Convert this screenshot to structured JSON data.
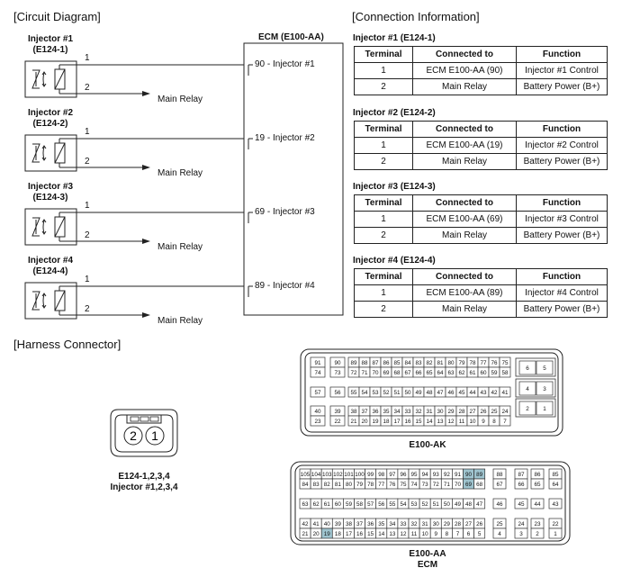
{
  "sections": {
    "circuit": "[Circuit Diagram]",
    "connection": "[Connection Information]",
    "harness": "[Harness Connector]"
  },
  "ecm_title": "ECM (E100-AA)",
  "relay_label": "Main Relay",
  "injectors": [
    {
      "name": "Injector #1",
      "code": "(E124-1)",
      "pin1": "1",
      "pin2": "2",
      "ecm_label": "90 - Injector #1"
    },
    {
      "name": "Injector #2",
      "code": "(E124-2)",
      "pin1": "1",
      "pin2": "2",
      "ecm_label": "19 - Injector #2"
    },
    {
      "name": "Injector #3",
      "code": "(E124-3)",
      "pin1": "1",
      "pin2": "2",
      "ecm_label": "69 - Injector #3"
    },
    {
      "name": "Injector #4",
      "code": "(E124-4)",
      "pin1": "1",
      "pin2": "2",
      "ecm_label": "89 - Injector #4"
    }
  ],
  "tables": [
    {
      "title": "Injector #1 (E124-1)",
      "headers": [
        "Terminal",
        "Connected to",
        "Function"
      ],
      "rows": [
        [
          "1",
          "ECM E100-AA (90)",
          "Injector #1 Control"
        ],
        [
          "2",
          "Main Relay",
          "Battery Power (B+)"
        ]
      ]
    },
    {
      "title": "Injector #2 (E124-2)",
      "headers": [
        "Terminal",
        "Connected to",
        "Function"
      ],
      "rows": [
        [
          "1",
          "ECM E100-AA (19)",
          "Injector #2 Control"
        ],
        [
          "2",
          "Main Relay",
          "Battery Power (B+)"
        ]
      ]
    },
    {
      "title": "Injector #3 (E124-3)",
      "headers": [
        "Terminal",
        "Connected to",
        "Function"
      ],
      "rows": [
        [
          "1",
          "ECM E100-AA (69)",
          "Injector #3 Control"
        ],
        [
          "2",
          "Main Relay",
          "Battery Power (B+)"
        ]
      ]
    },
    {
      "title": "Injector #4 (E124-4)",
      "headers": [
        "Terminal",
        "Connected to",
        "Function"
      ],
      "rows": [
        [
          "1",
          "ECM E100-AA (89)",
          "Injector #4 Control"
        ],
        [
          "2",
          "Main Relay",
          "Battery Power (B+)"
        ]
      ]
    }
  ],
  "injector_connector": {
    "label": "E124-1,2,3,4",
    "sublabel": "Injector #1,2,3,4",
    "pins": [
      "2",
      "1"
    ]
  },
  "ak_connector": {
    "label": "E100-AK",
    "rows": [
      [
        [
          "91"
        ],
        [
          "90"
        ],
        [
          "89",
          "88",
          "87",
          "86",
          "85",
          "84",
          "83",
          "82",
          "81",
          "80",
          "79",
          "78",
          "77",
          "76",
          "75"
        ]
      ],
      [
        [
          "74"
        ],
        [
          "73"
        ],
        [
          "72",
          "71",
          "70",
          "69",
          "68",
          "67",
          "66",
          "65",
          "64",
          "63",
          "62",
          "61",
          "60",
          "59",
          "58"
        ]
      ],
      [
        [
          "57"
        ],
        [
          "56"
        ],
        [
          "55",
          "54",
          "53",
          "52",
          "51",
          "50",
          "49",
          "48",
          "47",
          "46",
          "45",
          "44",
          "43",
          "42",
          "41"
        ]
      ],
      [
        [
          "40"
        ],
        [
          "39"
        ],
        [
          "38",
          "37",
          "36",
          "35",
          "34",
          "33",
          "32",
          "31",
          "30",
          "29",
          "28",
          "27",
          "26",
          "25",
          "24"
        ]
      ],
      [
        [
          "23"
        ],
        [
          "22"
        ],
        [
          "21",
          "20",
          "19",
          "18",
          "17",
          "16",
          "15",
          "14",
          "13",
          "12",
          "11",
          "10",
          "9",
          "8",
          "7"
        ]
      ]
    ],
    "right_pairs": [
      [
        "6",
        "5"
      ],
      [
        "4",
        "3"
      ],
      [
        "2",
        "1"
      ]
    ]
  },
  "aa_connector": {
    "label": "E100-AA",
    "sublabel": "ECM",
    "highlight": [
      "90",
      "89",
      "69",
      "19"
    ],
    "highlight_color": "#9fc4cf",
    "rows": [
      [
        [
          "105",
          "104",
          "103",
          "102",
          "101",
          "100",
          "99",
          "98",
          "97",
          "96",
          "95",
          "94",
          "93",
          "92",
          "91",
          "90",
          "89"
        ],
        [
          "88"
        ],
        [
          "87"
        ],
        [
          "86"
        ],
        [
          "85"
        ]
      ],
      [
        [
          "84",
          "83",
          "82",
          "81",
          "80",
          "79",
          "78",
          "77",
          "76",
          "75",
          "74",
          "73",
          "72",
          "71",
          "70",
          "69",
          "68"
        ],
        [
          "67"
        ],
        [
          "66"
        ],
        [
          "65"
        ],
        [
          "64"
        ]
      ],
      [
        [
          "63",
          "62",
          "61",
          "60",
          "59",
          "58",
          "57",
          "56",
          "55",
          "54",
          "53",
          "52",
          "51",
          "50",
          "49",
          "48",
          "47"
        ],
        [
          "46"
        ],
        [
          "45"
        ],
        [
          "44"
        ],
        [
          "43"
        ]
      ],
      [
        [
          "42",
          "41",
          "40",
          "39",
          "38",
          "37",
          "36",
          "35",
          "34",
          "33",
          "32",
          "31",
          "30",
          "29",
          "28",
          "27",
          "26"
        ],
        [
          "25"
        ],
        [
          "24"
        ],
        [
          "23"
        ],
        [
          "22"
        ]
      ],
      [
        [
          "21",
          "20",
          "19",
          "18",
          "17",
          "16",
          "15",
          "14",
          "13",
          "12",
          "11",
          "10",
          "9",
          "8",
          "7",
          "6",
          "5"
        ],
        [
          "4"
        ],
        [
          "3"
        ],
        [
          "2"
        ],
        [
          "1"
        ]
      ]
    ]
  }
}
